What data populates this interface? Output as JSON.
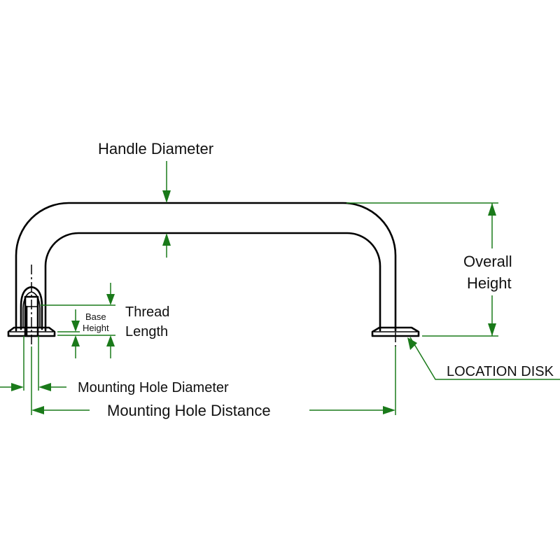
{
  "diagram": {
    "title": "Pull handle dimension drawing",
    "colors": {
      "outline": "#000000",
      "dimension": "#1a7a1a",
      "background": "#ffffff",
      "text": "#111111"
    },
    "labels": {
      "handle_diameter": "Handle Diameter",
      "overall_height_line1": "Overall",
      "overall_height_line2": "Height",
      "thread_length_line1": "Thread",
      "thread_length_line2": "Length",
      "base_height_line1": "Base",
      "base_height_line2": "Height",
      "mounting_hole_diameter": "Mounting Hole Diameter",
      "mounting_hole_distance": "Mounting Hole Distance",
      "location_disk": "LOCATION DISK"
    }
  }
}
